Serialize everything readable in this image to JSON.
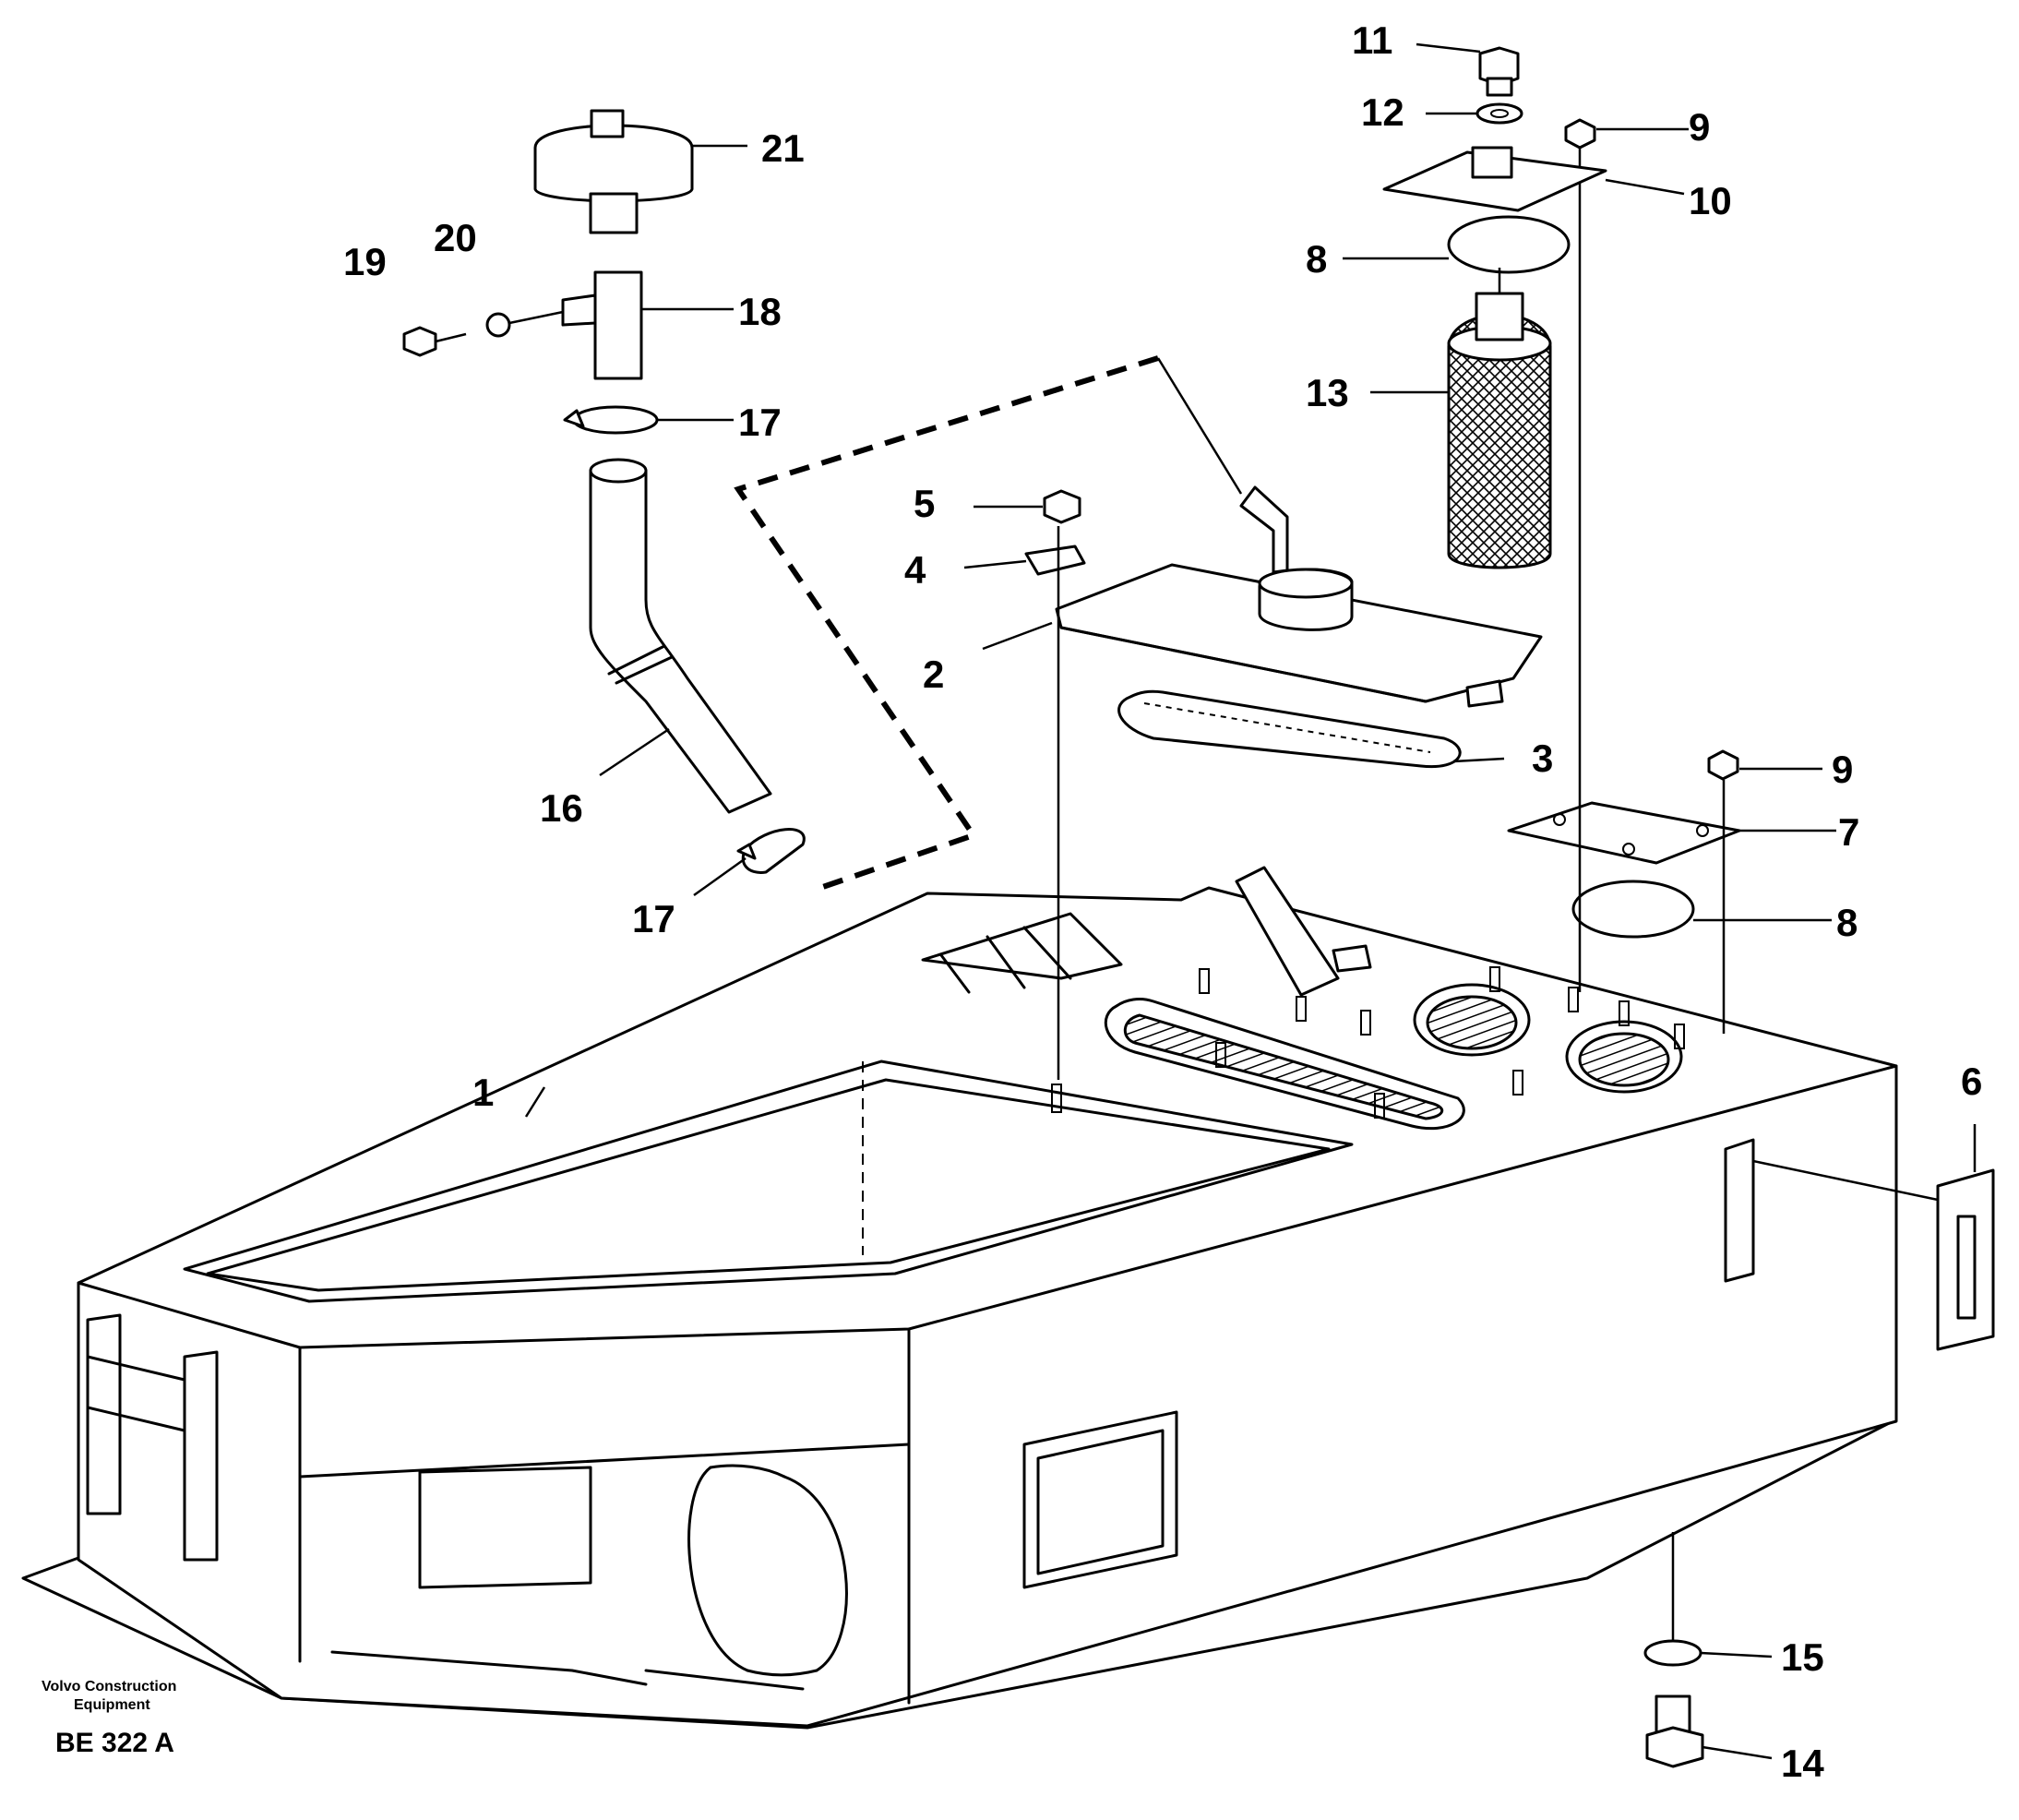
{
  "callouts": [
    "1",
    "2",
    "3",
    "4",
    "5",
    "6",
    "7",
    "8",
    "8",
    "9",
    "9",
    "10",
    "11",
    "12",
    "13",
    "14",
    "15",
    "16",
    "17",
    "17",
    "18",
    "19",
    "20",
    "21"
  ],
  "footer": {
    "brand_line1": "Volvo Construction",
    "brand_line2": "Equipment",
    "drawing_code": "BE 322 A"
  }
}
